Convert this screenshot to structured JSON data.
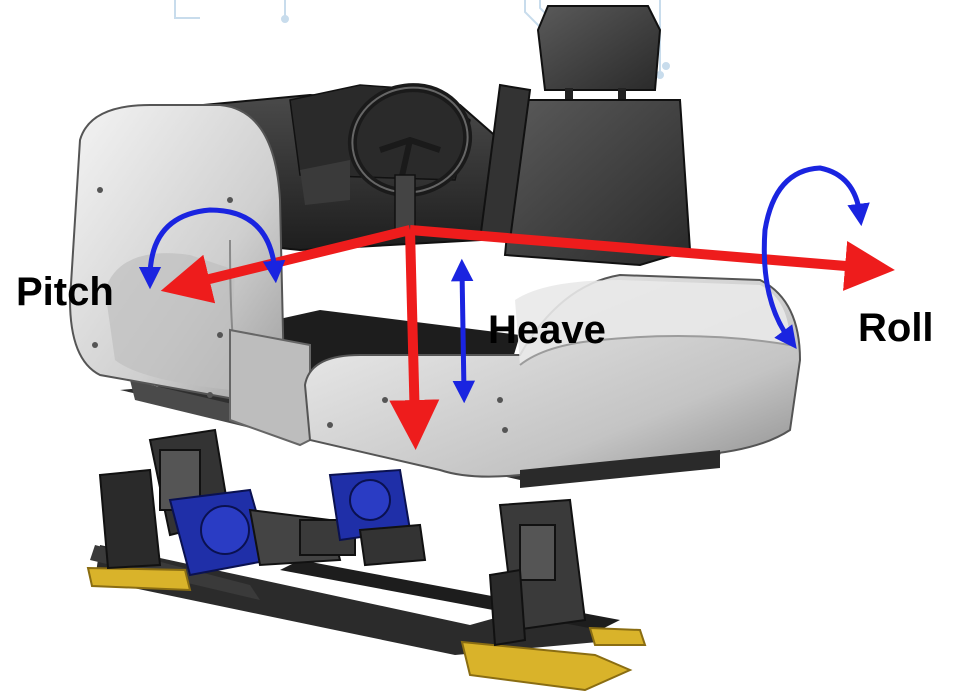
{
  "labels": {
    "pitch": "Pitch",
    "heave": "Heave",
    "roll": "Roll"
  },
  "colors": {
    "axis_arrow": "#ee1c1c",
    "rotation_arrow": "#1a24e0",
    "shell_light": "#d9d9d9",
    "shell_dark": "#3a3a3a",
    "actuator": "#1f2fa8",
    "footpad": "#d9b32a",
    "circuit_lines": "#c8dcec"
  },
  "icons": {
    "pitch_rotation": "curved-arrow-icon",
    "heave_motion": "double-arrow-icon",
    "roll_rotation": "curved-arrow-icon"
  }
}
